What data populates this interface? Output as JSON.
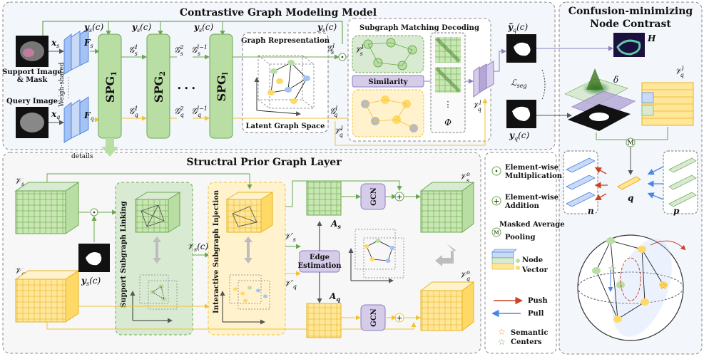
{
  "colors": {
    "green_block": "#b9dea3",
    "green_stroke": "#6aa84f",
    "yellow_cube": "#ffd966",
    "blue_cube": "#c9daf8",
    "purple": "#b4a7d6",
    "purple_dark": "#8e7cc3",
    "yellow_arrow": "#f1c232",
    "push_red": "#cc4125",
    "pull_blue": "#4a86e8",
    "panel_bg": "#f3f6fb",
    "lower_bg": "#f7f7f7"
  },
  "icons": [
    "support-image-icon",
    "query-image-icon",
    "mask-icon",
    "heatmap-icon",
    "dots-icon",
    "node-vector-icon",
    "star-icon"
  ],
  "top": {
    "title": "Contrastive Graph Modeling Model",
    "support_label_line1": "Support Image",
    "support_label_line2": "& Mask",
    "query_label": "Query Image",
    "weight_shared": "Weigh-shared",
    "xs": "x",
    "xs_sub": "s",
    "xq": "x",
    "xq_sub": "q",
    "Fs": "F",
    "Fs_sub": "s",
    "Fq": "F",
    "Fq_sub": "q",
    "spg1": "SPG",
    "spg1_sub": "1",
    "spg2": "SPG",
    "spg2_sub": "2",
    "spgl": "SPG",
    "spgl_sub": "l",
    "ys_c": "y",
    "ys_c_sub": "s",
    "ys_c_arg": "(c)",
    "g_s1": "𝒢",
    "g_s1_sup": "1",
    "g_s1_sub": "s",
    "g_s2": "𝒢",
    "g_s2_sup": "2",
    "g_s2_sub": "s",
    "g_sl1": "𝒢",
    "g_sl1_sup": "l−1",
    "g_sl1_sub": "s",
    "g_sl": "𝒢",
    "g_sl_sup": "l",
    "g_sl_sub": "s",
    "g_q1": "𝒢",
    "g_q1_sup": "1",
    "g_q1_sub": "q",
    "g_q2": "𝒢",
    "g_q2_sup": "2",
    "g_q2_sub": "q",
    "g_ql1": "𝒢",
    "g_ql1_sup": "l−1",
    "g_ql1_sub": "q",
    "g_ql": "𝒢",
    "g_ql_sup": "l",
    "g_ql_sub": "q",
    "ellipsis": "• • •",
    "graph_rep": "Graph Representation",
    "latent_space": "Latent Graph Space",
    "details": "details"
  },
  "decoding": {
    "title": "Subgraph Matching Decoding",
    "similarity": "Similarity",
    "vs_tilde": "𝒱̃",
    "vs_tilde_sup": "l",
    "vs_tilde_sub": "s",
    "vq_tilde": "𝒱̃",
    "vq_tilde_sup": "l",
    "vq_tilde_sub": "q",
    "phi": "Φ",
    "vq_l": "𝒱",
    "vq_l_sup": "l",
    "vq_l_sub": "q",
    "yq_tilde": "ỹ",
    "yq_tilde_sub": "q",
    "yq_tilde_arg": "(c)",
    "yq": "y",
    "yq_sub": "q",
    "yq_arg": "(c)",
    "l_seg": "ℒ",
    "l_seg_sub": "seg"
  },
  "right": {
    "title_line1": "Confusion-minimizing",
    "title_line2": "Node Contrast",
    "H": "H",
    "delta": "δ",
    "vql": "𝒱",
    "vql_sup": "l",
    "vql_sub": "q",
    "M": "M",
    "n": "n",
    "q": "q",
    "p": "p"
  },
  "bottom": {
    "title": "Structral Prior Graph Layer",
    "vs": "𝒱",
    "vs_sub": "s",
    "vq": "𝒱",
    "vq_sub": "q",
    "vs_c": "𝒱",
    "vs_c_sub": "s",
    "vs_c_arg": "(c)",
    "ys_c": "y",
    "ys_c_sub": "s",
    "ys_c_arg": "(c)",
    "support_linking": "Support Subgraph Linking",
    "interactive_injection": "Interactive Subgraph Injection",
    "edge_estimation_line1": "Edge",
    "edge_estimation_line2": "Estimation",
    "vs_prime": "𝒱′",
    "vs_prime_sub": "s",
    "vq_prime": "𝒱′",
    "vq_prime_sub": "q",
    "As": "A",
    "As_sub": "s",
    "Aq": "A",
    "Aq_sub": "q",
    "gcn1": "GCN",
    "gcn2": "GCN",
    "vs_o": "𝒱",
    "vs_o_sup": "o",
    "vs_o_sub": "s",
    "vq_o": "𝒱",
    "vq_o_sup": "o",
    "vq_o_sub": "q"
  },
  "legend": {
    "mult_line1": "Element-wise",
    "mult_line2": "Multiplication",
    "add_line1": "Element-wise",
    "add_line2": "Addition",
    "map_line1": "Masked Average",
    "map_line2": "Pooling",
    "node": "Node",
    "vector": "Vector",
    "push": "Push",
    "pull": "Pull",
    "semantic_line1": "Semantic",
    "semantic_line2": "Centers"
  }
}
